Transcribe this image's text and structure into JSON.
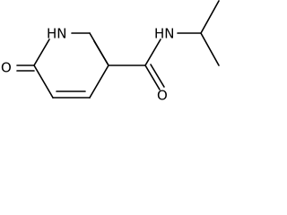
{
  "structure": {
    "atoms": {
      "nh_ring": "HN",
      "o_ring": "O",
      "nh_amide": "HN",
      "o_amide": "O"
    }
  }
}
